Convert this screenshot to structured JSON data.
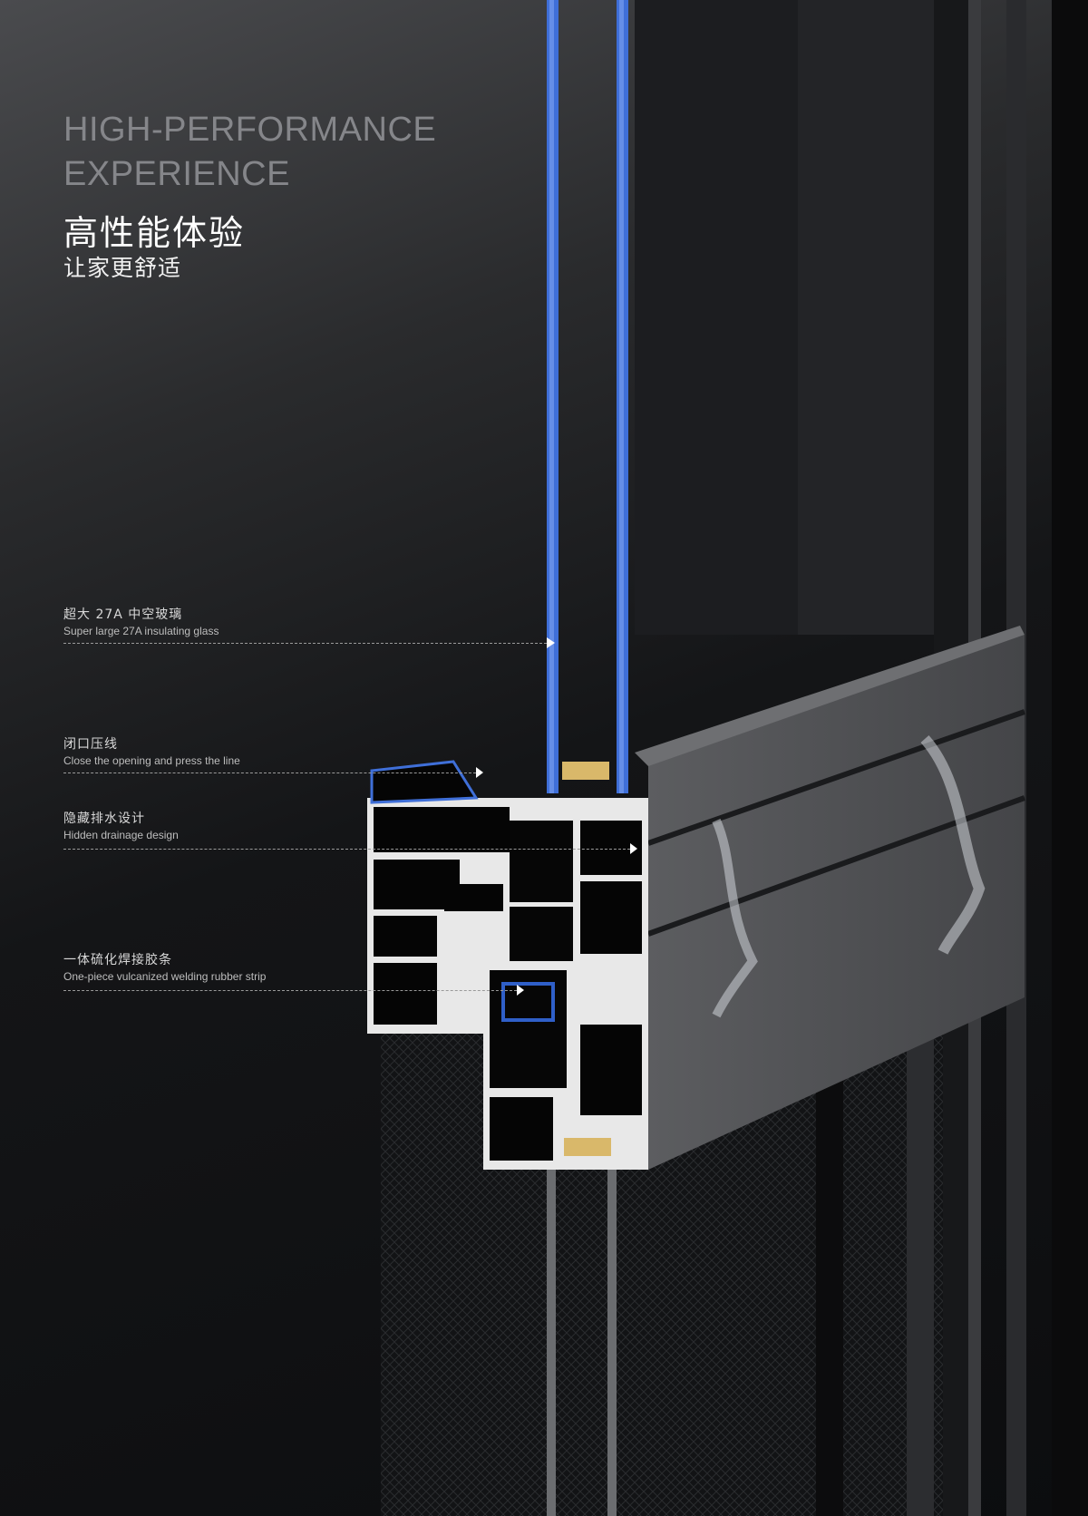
{
  "headline": {
    "en_line1": "HIGH-PERFORMANCE",
    "en_line2": "EXPERIENCE",
    "cn_title": "高性能体验",
    "cn_subtitle": "让家更舒适"
  },
  "callouts": [
    {
      "cn": "超大 27A 中空玻璃",
      "en": "Super large 27A insulating glass"
    },
    {
      "cn": "闭口压线",
      "en": "Close the opening and press the line"
    },
    {
      "cn": "隐藏排水设计",
      "en": "Hidden drainage design"
    },
    {
      "cn": "一体硫化焊接胶条",
      "en": "One-piece vulcanized welding rubber strip"
    }
  ],
  "colors": {
    "glass_blue": "#3f6fd8",
    "frame_gray": "#5a5b5e",
    "profile_white": "#e8e8e8",
    "strip_gold": "#d9b86a"
  }
}
